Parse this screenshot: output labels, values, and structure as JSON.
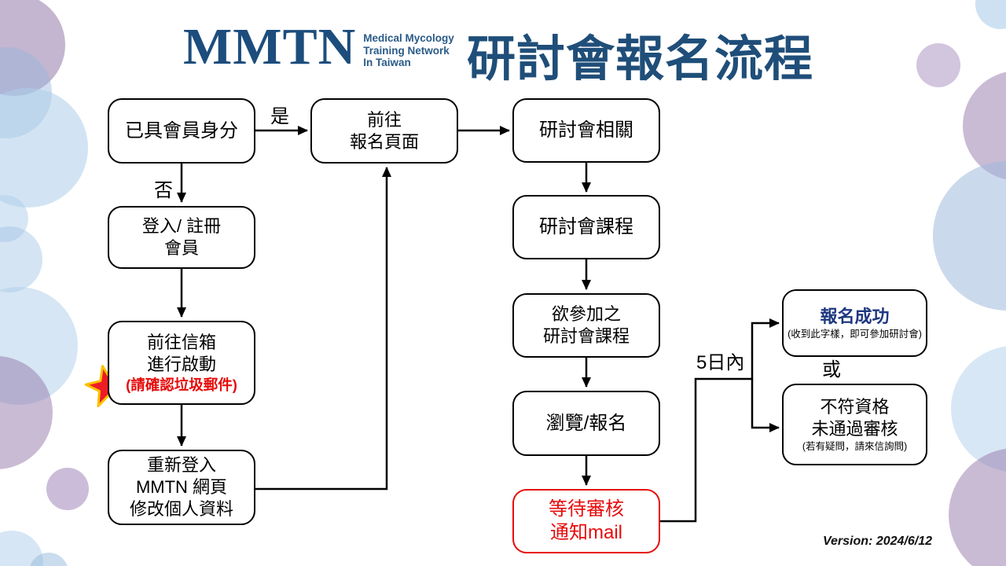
{
  "header": {
    "logo_text": "MMTN",
    "logo_subtitle_lines": [
      "Medical Mycology",
      "Training Network",
      "In Taiwan"
    ],
    "title": "研討會報名流程"
  },
  "flowchart": {
    "nodes": {
      "member_check": {
        "line1": "已具會員身分"
      },
      "login_register": {
        "line1": "登入/ 註冊",
        "line2": "會員"
      },
      "activate_mail": {
        "line1": "前往信箱",
        "line2": "進行啟動",
        "note": "(請確認垃圾郵件)"
      },
      "relogin": {
        "line1": "重新登入",
        "line2": "MMTN 網頁",
        "line3": "修改個人資料"
      },
      "go_register_page": {
        "line1": "前往",
        "line2": "報名頁面"
      },
      "seminar_related": {
        "line1": "研討會相關"
      },
      "seminar_courses": {
        "line1": "研討會課程"
      },
      "desired_courses": {
        "line1": "欲參加之",
        "line2": "研討會課程"
      },
      "browse_register": {
        "line1": "瀏覽/報名"
      },
      "wait_review": {
        "line1": "等待審核",
        "line2": "通知mail"
      },
      "success": {
        "line1": "報名成功",
        "note": "(收到此字樣，即可參加研討會)"
      },
      "fail": {
        "line1": "不符資格",
        "line2": "未通過審核",
        "note": "(若有疑問，請來信詢問)"
      }
    },
    "edge_labels": {
      "yes": "是",
      "no": "否",
      "within_days": "5日內",
      "or": "或"
    }
  },
  "footer": {
    "version": "Version: 2024/6/12"
  },
  "colors": {
    "brand_blue": "#1f4e79",
    "success_blue": "#1f3880",
    "alert_red": "#e60b0b",
    "star_fill": "#ee1c25",
    "star_stroke": "#ffc000"
  }
}
